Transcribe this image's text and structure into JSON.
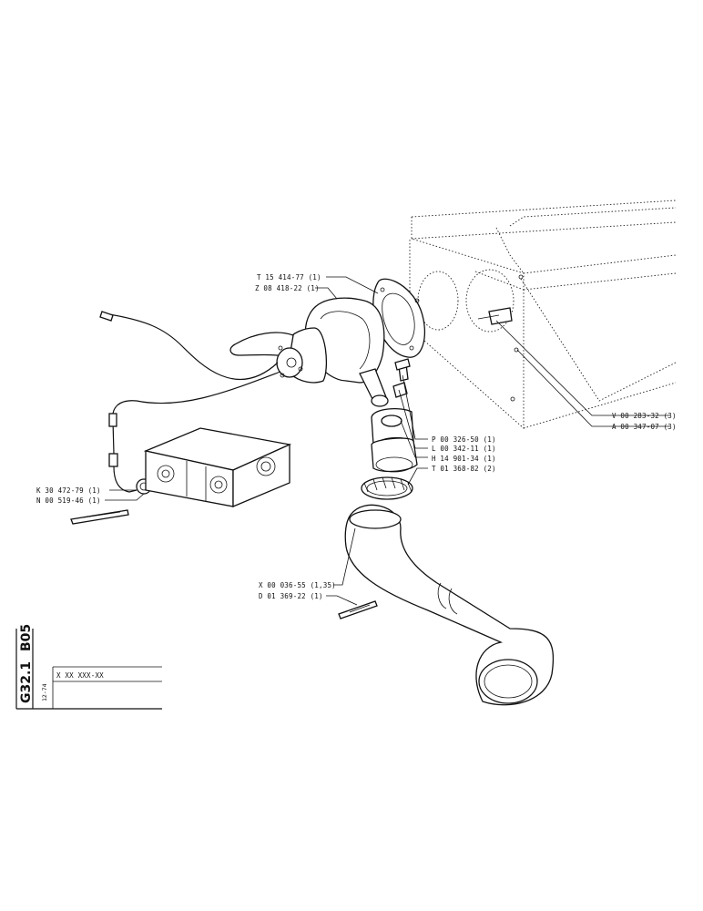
{
  "sheet": {
    "code_a": "B05",
    "code_b": "G32.1",
    "date": "12-74",
    "ref_box": "X XX XXX-XX"
  },
  "callouts": [
    {
      "id": "t15414",
      "text": "T 15 414-77 (1)"
    },
    {
      "id": "z08418",
      "text": "Z 08 418-22 (1)"
    },
    {
      "id": "v00283",
      "text": "V 00 283-32 (3)"
    },
    {
      "id": "a00347",
      "text": "A 00 347-07 (3)"
    },
    {
      "id": "p00326",
      "text": "P 00 326-50 (1)"
    },
    {
      "id": "l00342",
      "text": "L 00 342-11 (1)"
    },
    {
      "id": "h14901",
      "text": "H 14 901-34 (1)"
    },
    {
      "id": "t01368",
      "text": "T 01 368-82 (2)"
    },
    {
      "id": "k30472",
      "text": "K 30 472-79 (1)"
    },
    {
      "id": "n00519",
      "text": "N 00 519-46 (1)"
    },
    {
      "id": "x00036",
      "text": "X 00 036-55 (1,35)"
    },
    {
      "id": "d01369",
      "text": "D 01 369-22 (1)"
    }
  ]
}
